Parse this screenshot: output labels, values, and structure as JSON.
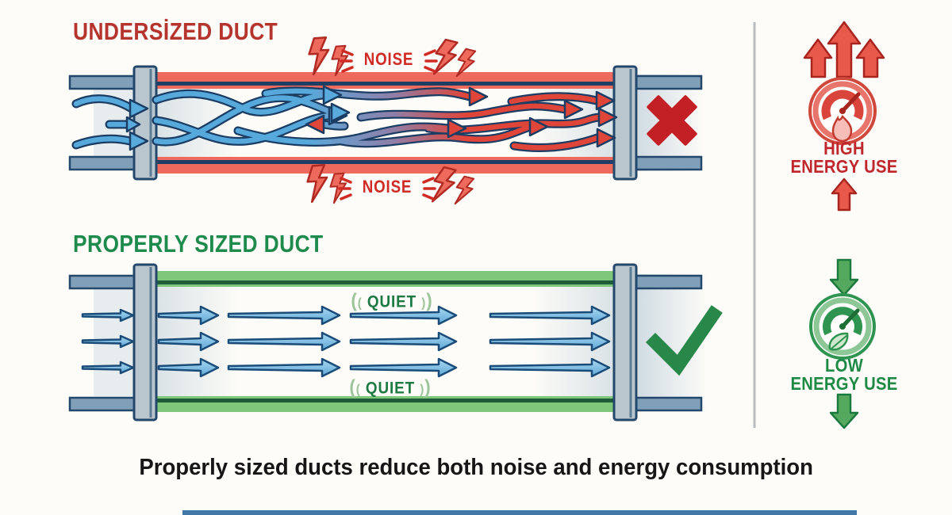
{
  "titles": {
    "undersized": "UNDERSİZED DUCT",
    "properly": "PROPERLY SIZED DUCT"
  },
  "labels": {
    "noise_top": "NOISE",
    "noise_bottom": "NOISE",
    "quiet_top": "QUIET",
    "quiet_bottom": "QUIET",
    "paren_open_outer": "(",
    "paren_open_inner": "(",
    "paren_close_inner": ")",
    "paren_close_outer": ")"
  },
  "energy": {
    "high_line1": "HIGH",
    "high_line2": "ENERGY USE",
    "low_line1": "LOW",
    "low_line2": "ENERGY USE"
  },
  "caption": "Properly sized ducts reduce both noise and energy consumption",
  "icons": {
    "undersized_result": "x-mark-icon",
    "properly_result": "check-mark-icon",
    "noise_decoration": "lightning-bolt-icon",
    "high_energy": "gauge-flame-icon",
    "low_energy": "gauge-leaf-icon",
    "high_arrows": "triple-up-arrow-icon",
    "low_arrows": "down-arrow-icon"
  },
  "colors": {
    "undersized_title": "#b5342e",
    "properly_title": "#1e8a4c",
    "duct_wall_red": "#ee6a5d",
    "duct_wall_green": "#7fc77a",
    "outline_navy": "#1b3d63",
    "airflow_blue": "#5aabdd",
    "airflow_red": "#e0453a",
    "pipe_steel": "#7fa0b8",
    "flange_gray": "#bac6ce",
    "noise_text": "#cf2a24",
    "quiet_text": "#1c7a42",
    "x_mark": "#c32026",
    "check_mark": "#28884a",
    "high_energy_text": "#c0272d",
    "low_energy_text": "#1e8a45",
    "divider": "#b7bcbc",
    "caption": "#161616",
    "bottom_bar": "#4278a6",
    "background": "#fdfcf8"
  }
}
